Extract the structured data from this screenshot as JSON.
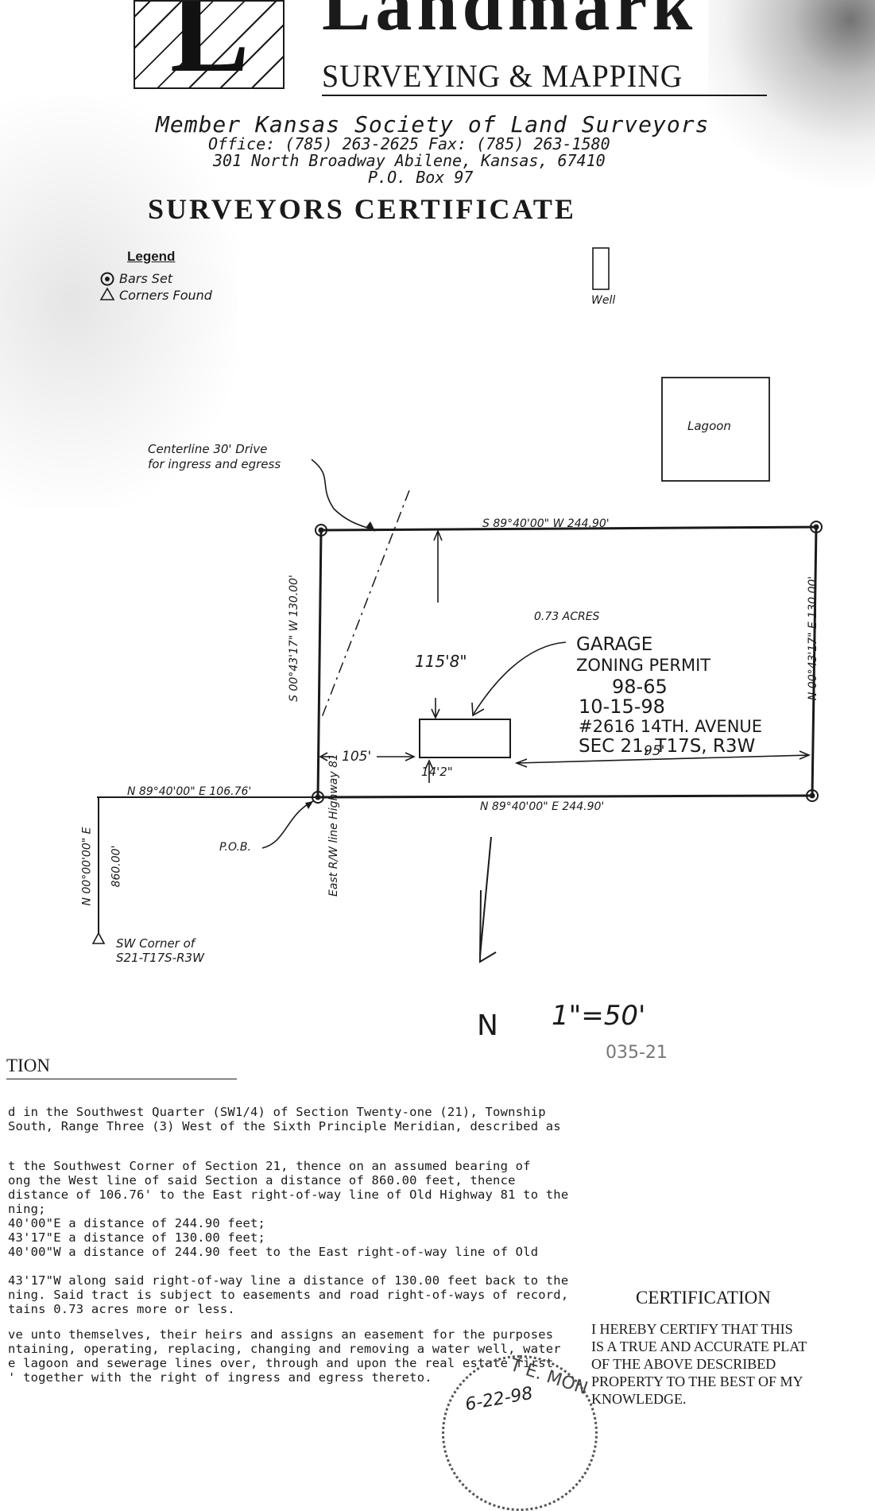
{
  "header": {
    "logo_letter": "L",
    "brand_name": "Landmark",
    "brand_subtitle": "SURVEYING & MAPPING",
    "membership": "Member Kansas Society of Land Surveyors",
    "office_line": "Office: (785) 263-2625  Fax: (785) 263-1580",
    "address_line": "301 North Broadway Abilene, Kansas, 67410",
    "po_box": "P.O. Box 97",
    "document_title": "SURVEYORS CERTIFICATE"
  },
  "legend": {
    "title": "Legend",
    "items": [
      {
        "icon": "circle-dot-icon",
        "label": "Bars Set"
      },
      {
        "icon": "triangle-icon",
        "label": "Corners Found"
      }
    ]
  },
  "plat": {
    "well_label": "Well",
    "lagoon_label": "Lagoon",
    "drive_label_1": "Centerline 30' Drive",
    "drive_label_2": "for ingress and egress",
    "north_line": "S 89°40'00\" W   244.90'",
    "south_line": "N 89°40'00\" E   244.90'",
    "west_line": "S 00°43'17\" W  130.00'",
    "east_line": "N 00°43'17\" E  130.00'",
    "area": "0.73 ACRES",
    "tie_line": "N 89°40'00\" E   106.76'",
    "section_line_bearing": "N 00°00'00\" E",
    "section_line_distance": "860.00'",
    "pob": "P.O.B.",
    "highway_label": "East R/W line Highway 81",
    "sw_corner_1": "SW Corner of",
    "sw_corner_2": "S21-T17S-R3W",
    "north_arrow": "N",
    "scale": "1\"=50'",
    "stamp_number": "035-21"
  },
  "annotations": {
    "dist_top": "115'8\"",
    "dist_left": "105'",
    "dist_right": "95'",
    "dist_bottom": "14'2\"",
    "permit_1": "GARAGE",
    "permit_2": "ZONING PERMIT",
    "permit_3": "98-65",
    "permit_4": "10-15-98",
    "permit_5": "#2616 14TH. AVENUE",
    "permit_6": "SEC 21, T17S, R3W"
  },
  "description": {
    "heading": "TION",
    "lines": [
      "d in the Southwest Quarter (SW1/4) of Section Twenty-one (21), Township",
      " South, Range Three (3) West of the Sixth Principle Meridian, described as",
      "",
      "t the Southwest Corner of Section 21, thence on an assumed bearing of",
      "ong the West line of said Section a distance of 860.00 feet, thence",
      "distance of 106.76' to the East right-of-way line of Old Highway 81 to the",
      "ning;",
      "40'00\"E a distance of 244.90 feet;",
      "43'17\"E a distance of 130.00 feet;",
      "40'00\"W a distance of 244.90 feet to the East right-of-way line of Old",
      "",
      "43'17\"W along said right-of-way line a distance of 130.00 feet back to the",
      "ning. Said tract is subject to easements and road right-of-ways of record,",
      "tains 0.73 acres more or less.",
      "",
      "ve unto themselves, their heirs and assigns an easement for the purposes",
      "ntaining, operating, replacing, changing and removing a water well, water",
      "e lagoon and sewerage lines over, through and upon the real estate first",
      "' together with the right of ingress and egress thereto."
    ]
  },
  "certification": {
    "heading": "CERTIFICATION",
    "lines": [
      "I HEREBY CERTIFY THAT THIS",
      "IS A TRUE AND ACCURATE PLAT",
      "OF THE ABOVE DESCRIBED",
      "PROPERTY TO THE BEST OF MY",
      "KNOWLEDGE."
    ],
    "stamp_text": "T E. MON",
    "signature_date": "6-22-98"
  }
}
